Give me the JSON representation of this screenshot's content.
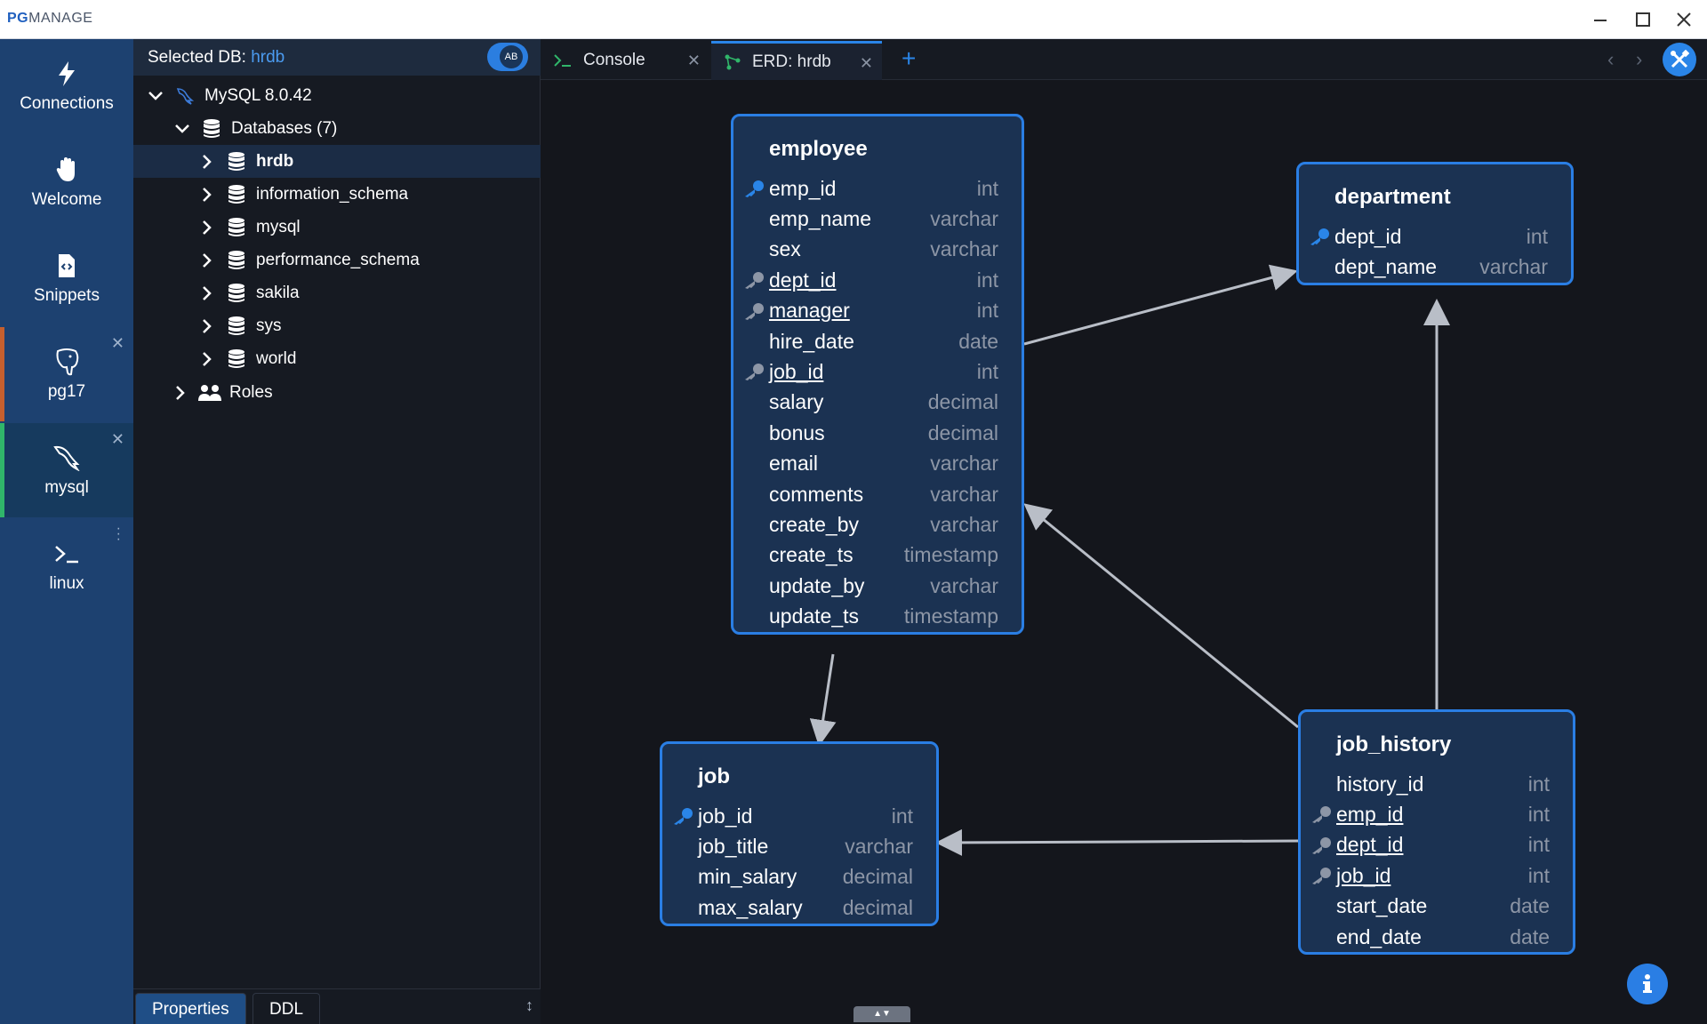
{
  "app": {
    "logo_bold": "PG",
    "logo_rest": "MANAGE"
  },
  "nav": {
    "items": [
      {
        "label": "Connections",
        "icon": "bolt-icon"
      },
      {
        "label": "Welcome",
        "icon": "hand-icon"
      },
      {
        "label": "Snippets",
        "icon": "snippet-file-icon"
      },
      {
        "label": "pg17",
        "icon": "postgres-elephant-icon"
      },
      {
        "label": "mysql",
        "icon": "mysql-dolphin-icon"
      },
      {
        "label": "linux",
        "icon": "terminal-icon"
      }
    ]
  },
  "tree": {
    "selected_db_label": "Selected DB:",
    "selected_db": "hrdb",
    "toggle_icon_text": "AB",
    "server": "MySQL 8.0.42",
    "databases_label": "Databases (7)",
    "databases": [
      "hrdb",
      "information_schema",
      "mysql",
      "performance_schema",
      "sakila",
      "sys",
      "world"
    ],
    "roles_label": "Roles"
  },
  "bottom_tabs": [
    "Properties",
    "DDL"
  ],
  "tabs": [
    {
      "label": "Console",
      "icon": "terminal-icon"
    },
    {
      "label": "ERD: hrdb",
      "icon": "erd-graph-icon",
      "active": true
    }
  ],
  "colors": {
    "accent": "#2a7ee4",
    "nav_bg": "#1d4170",
    "entity_bg": "#1b3252",
    "active_green": "#30b66a"
  },
  "erd": {
    "employee": {
      "name": "employee",
      "fields": [
        {
          "name": "emp_id",
          "type": "int",
          "pk": true
        },
        {
          "name": "emp_name",
          "type": "varchar"
        },
        {
          "name": "sex",
          "type": "varchar"
        },
        {
          "name": "dept_id",
          "type": "int",
          "fk": true
        },
        {
          "name": "manager",
          "type": "int",
          "fk": true
        },
        {
          "name": "hire_date",
          "type": "date"
        },
        {
          "name": "job_id",
          "type": "int",
          "fk": true
        },
        {
          "name": "salary",
          "type": "decimal"
        },
        {
          "name": "bonus",
          "type": "decimal"
        },
        {
          "name": "email",
          "type": "varchar"
        },
        {
          "name": "comments",
          "type": "varchar"
        },
        {
          "name": "create_by",
          "type": "varchar"
        },
        {
          "name": "create_ts",
          "type": "timestamp"
        },
        {
          "name": "update_by",
          "type": "varchar"
        },
        {
          "name": "update_ts",
          "type": "timestamp"
        }
      ]
    },
    "department": {
      "name": "department",
      "fields": [
        {
          "name": "dept_id",
          "type": "int",
          "pk": true
        },
        {
          "name": "dept_name",
          "type": "varchar"
        }
      ]
    },
    "job": {
      "name": "job",
      "fields": [
        {
          "name": "job_id",
          "type": "int",
          "pk": true
        },
        {
          "name": "job_title",
          "type": "varchar"
        },
        {
          "name": "min_salary",
          "type": "decimal"
        },
        {
          "name": "max_salary",
          "type": "decimal"
        }
      ]
    },
    "job_history": {
      "name": "job_history",
      "fields": [
        {
          "name": "history_id",
          "type": "int"
        },
        {
          "name": "emp_id",
          "type": "int",
          "fk": true
        },
        {
          "name": "dept_id",
          "type": "int",
          "fk": true
        },
        {
          "name": "job_id",
          "type": "int",
          "fk": true
        },
        {
          "name": "start_date",
          "type": "date"
        },
        {
          "name": "end_date",
          "type": "date"
        }
      ]
    }
  }
}
